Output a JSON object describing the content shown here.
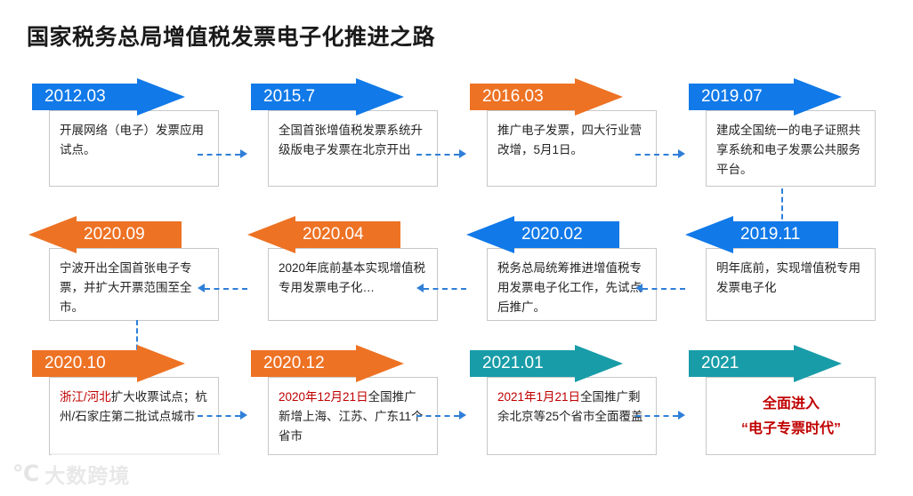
{
  "title": "国家税务总局增值税发票电子化推进之路",
  "colors": {
    "blue": "#1179e8",
    "orange": "#ed7224",
    "teal": "#189ca8",
    "connector": "#2f7fd8",
    "highlight_red": "#c00000",
    "box_border": "#c8c8c8",
    "body_text": "#242424"
  },
  "rows": [
    {
      "direction": "left-to-right",
      "cells": [
        {
          "date": "2012.03",
          "color": "blue",
          "arrow": "right",
          "text": "开展网络（电子）发票应用试点。",
          "highlight": ""
        },
        {
          "date": "2015.7",
          "color": "blue",
          "arrow": "right",
          "text": "全国首张增值税发票系统升级版电子发票在北京开出",
          "highlight": ""
        },
        {
          "date": "2016.03",
          "color": "orange",
          "arrow": "right",
          "text": "推广电子发票，四大行业营改增，5月1日。",
          "highlight": ""
        },
        {
          "date": "2019.07",
          "color": "blue",
          "arrow": "right",
          "text": "建成全国统一的电子证照共享系统和电子发票公共服务平台。",
          "highlight": ""
        }
      ]
    },
    {
      "direction": "right-to-left",
      "cells": [
        {
          "date": "2020.09",
          "color": "orange",
          "arrow": "left",
          "text": "宁波开出全国首张电子专票，并扩大开票范围至全市。",
          "highlight": ""
        },
        {
          "date": "2020.04",
          "color": "orange",
          "arrow": "left",
          "text": "2020年底前基本实现增值税专用发票电子化…",
          "highlight": ""
        },
        {
          "date": "2020.02",
          "color": "blue",
          "arrow": "left",
          "text": "税务总局统筹推进增值税专用发票电子化工作，先试点后推广。",
          "highlight": ""
        },
        {
          "date": "2019.11",
          "color": "blue",
          "arrow": "left",
          "text": "明年底前，实现增值税专用发票电子化",
          "highlight": ""
        }
      ]
    },
    {
      "direction": "left-to-right",
      "cells": [
        {
          "date": "2020.10",
          "color": "orange",
          "arrow": "right",
          "highlight": "浙江/河北",
          "text": "扩大收票试点；杭州/石家庄第二批试点城市"
        },
        {
          "date": "2020.12",
          "color": "orange",
          "arrow": "right",
          "highlight": "2020年12月21日",
          "text": "全国推广新增上海、江苏、广东11个省市"
        },
        {
          "date": "2021.01",
          "color": "teal",
          "arrow": "right",
          "highlight": "2021年1月21日",
          "text": "全国推广剩余北京等25个省市全面覆盖"
        },
        {
          "date": "2021",
          "color": "teal",
          "arrow": "right",
          "emphasis": true,
          "line1": "全面进入",
          "line2": "“电子专票时代”"
        }
      ]
    }
  ],
  "watermark": {
    "mark": "℃",
    "text": "大数跨境"
  }
}
